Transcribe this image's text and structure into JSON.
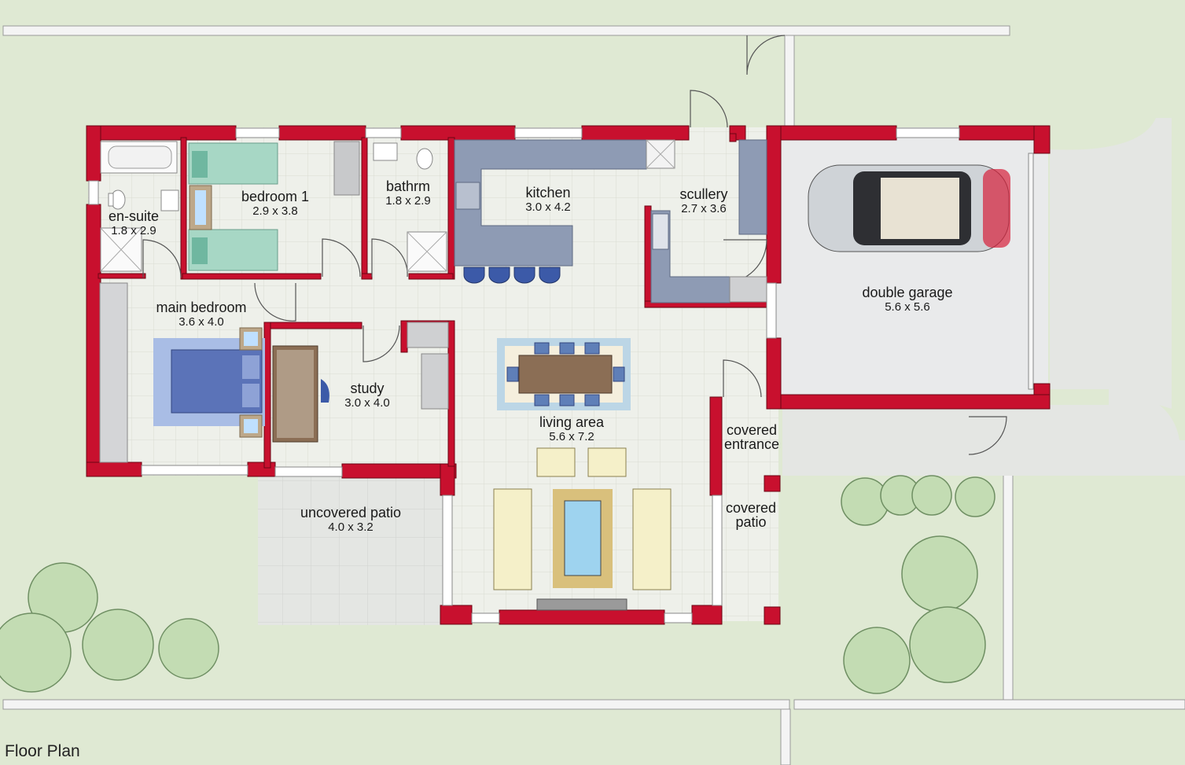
{
  "caption": "Floor Plan",
  "rooms": {
    "en_suite": {
      "name": "en-suite",
      "dims": "1.8 x 2.9"
    },
    "bedroom_1": {
      "name": "bedroom 1",
      "dims": "2.9 x 3.8"
    },
    "bathroom": {
      "name": "bathrm",
      "dims": "1.8 x 2.9"
    },
    "kitchen": {
      "name": "kitchen",
      "dims": "3.0 x 4.2"
    },
    "scullery": {
      "name": "scullery",
      "dims": "2.7 x 3.6"
    },
    "double_garage": {
      "name": "double garage",
      "dims": "5.6 x 5.6"
    },
    "main_bedroom": {
      "name": "main bedroom",
      "dims": "3.6 x 4.0"
    },
    "study": {
      "name": "study",
      "dims": "3.0 x 4.0"
    },
    "living_area": {
      "name": "living area",
      "dims": "5.6 x 7.2"
    },
    "covered_entrance": {
      "line1": "covered",
      "line2": "entrance"
    },
    "covered_patio": {
      "line1": "covered",
      "line2": "patio"
    },
    "uncovered_patio": {
      "name": "uncovered patio",
      "dims": "4.0 x 3.2"
    }
  },
  "colors": {
    "lawn": "#dfe9d3",
    "wall": "#c8102e",
    "floor_tile": "#eef0ea",
    "counter": "#8e9bb4",
    "paving": "#e6e7e6"
  }
}
